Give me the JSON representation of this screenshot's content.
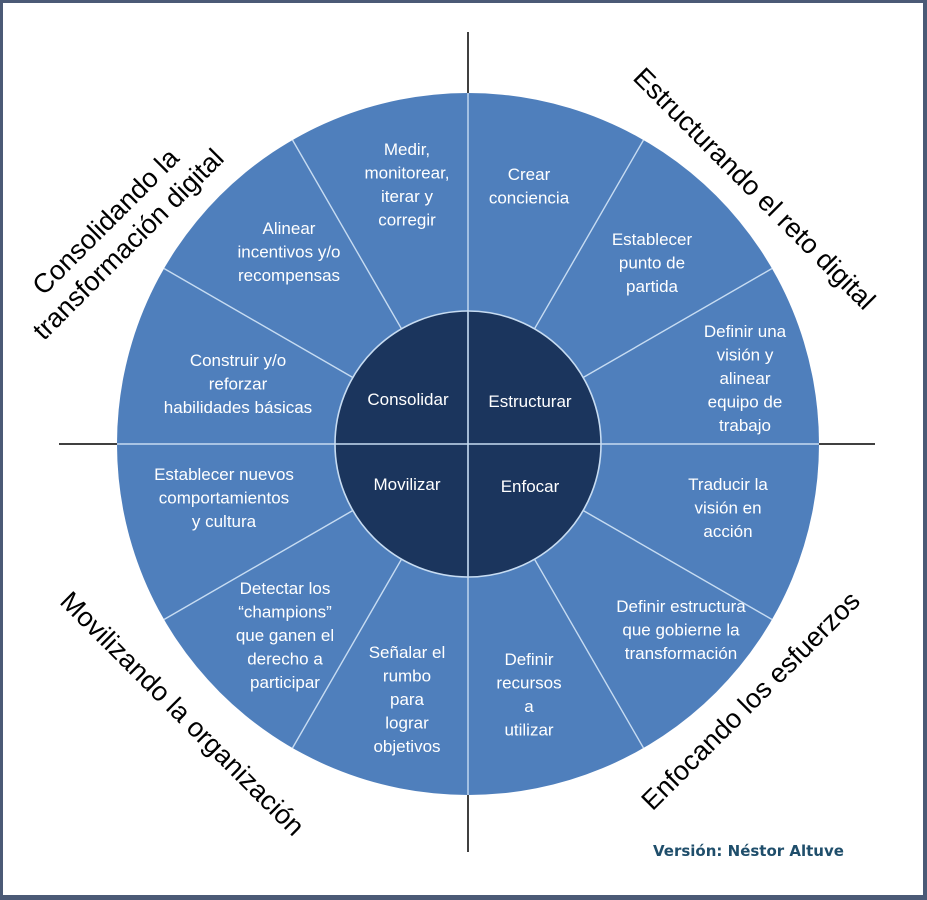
{
  "colors": {
    "outer_ring": "#4f7fbc",
    "inner_core": "#1b355d",
    "divider": "#c7dcf2",
    "axis_line": "#000000",
    "credit_text": "#1f4e6b"
  },
  "core": {
    "top_left": "Consolidar",
    "top_right": "Estructurar",
    "bottom_left": "Movilizar",
    "bottom_right": "Enfocar"
  },
  "quadrant_titles": {
    "top_left": [
      "Consolidando la",
      "transformación digital"
    ],
    "top_right": "Estructurando el reto digital",
    "bottom_left": "Movilizando la organización",
    "bottom_right": "Enfocando los esfuerzos"
  },
  "segments": [
    {
      "quadrant": "Estructurar",
      "lines": [
        "Crear",
        "conciencia"
      ]
    },
    {
      "quadrant": "Estructurar",
      "lines": [
        "Establecer",
        "punto de",
        "partida"
      ]
    },
    {
      "quadrant": "Estructurar",
      "lines": [
        "Definir  una",
        "visión y",
        "alinear",
        "equipo de",
        "trabajo"
      ]
    },
    {
      "quadrant": "Enfocar",
      "lines": [
        "Traducir la",
        "visión en",
        "acción"
      ]
    },
    {
      "quadrant": "Enfocar",
      "lines": [
        "Definir estructura",
        "que gobierne la",
        "transformación"
      ]
    },
    {
      "quadrant": "Enfocar",
      "lines": [
        "Definir",
        "recursos",
        "a",
        "utilizar"
      ]
    },
    {
      "quadrant": "Movilizar",
      "lines": [
        "Señalar el",
        "rumbo",
        "para",
        "lograr",
        "objetivos"
      ]
    },
    {
      "quadrant": "Movilizar",
      "lines": [
        "Detectar los",
        "“champions”",
        "que ganen el",
        "derecho a",
        "participar"
      ]
    },
    {
      "quadrant": "Movilizar",
      "lines": [
        "Establecer nuevos",
        "comportamientos",
        "y cultura"
      ]
    },
    {
      "quadrant": "Consolidar",
      "lines": [
        "Construir y/o",
        "reforzar",
        "habilidades básicas"
      ]
    },
    {
      "quadrant": "Consolidar",
      "lines": [
        "Alinear",
        "incentivos  y/o",
        "recompensas"
      ]
    },
    {
      "quadrant": "Consolidar",
      "lines": [
        "Medir,",
        "monitorear,",
        "iterar y",
        "corregir"
      ]
    }
  ],
  "credit": "Versión: Néstor Altuve"
}
